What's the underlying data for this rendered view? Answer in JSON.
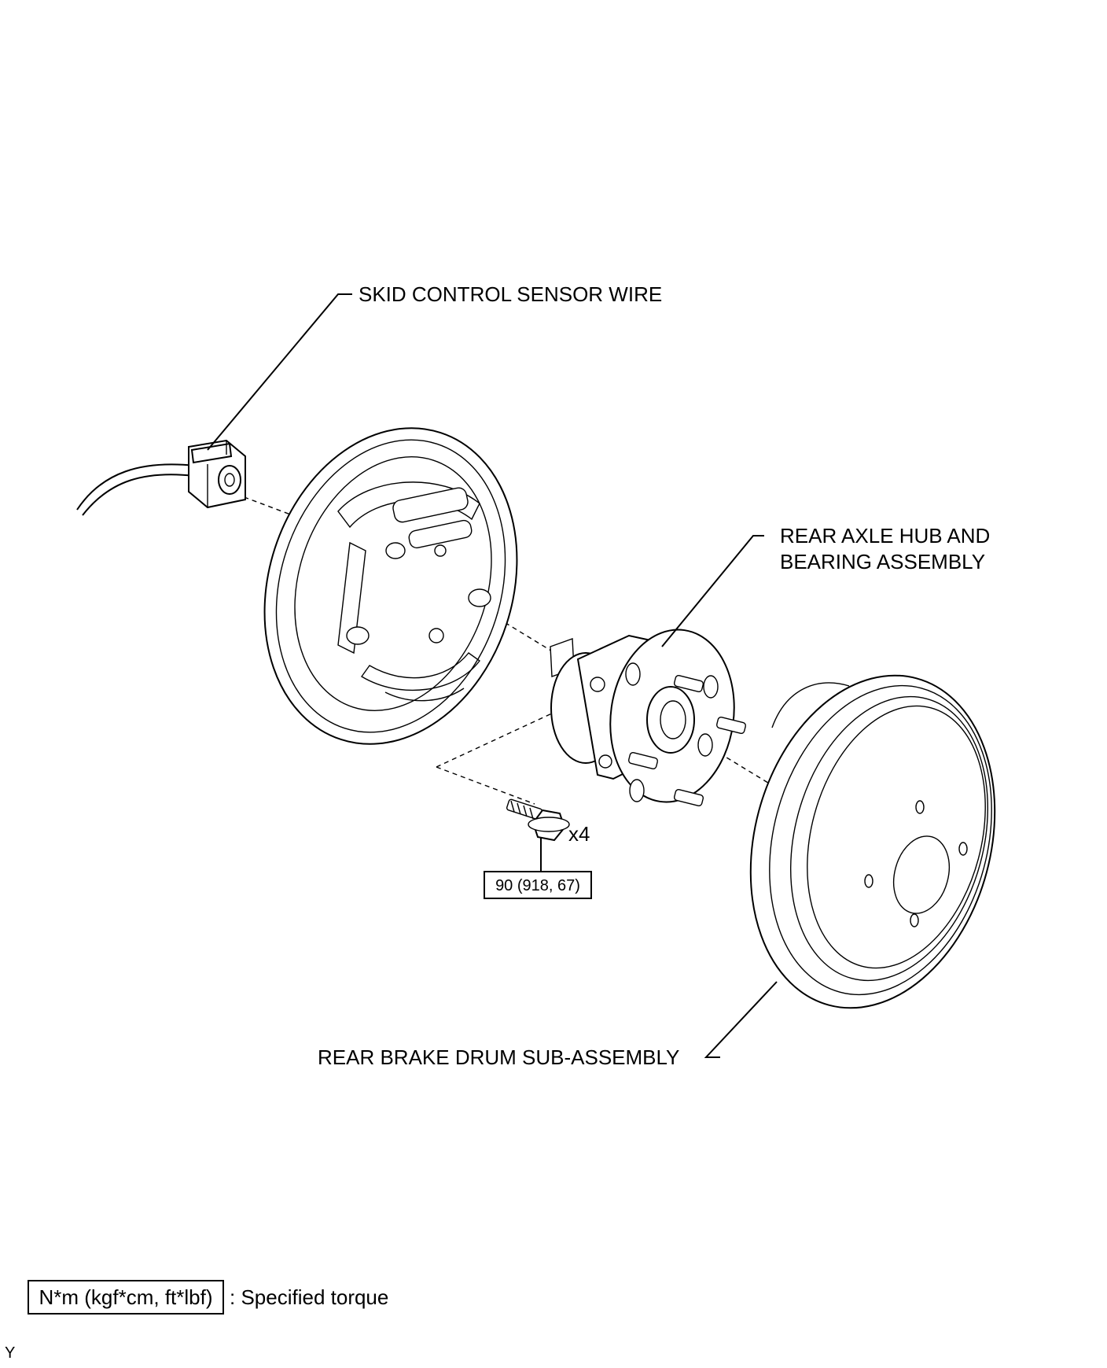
{
  "labels": {
    "sensor_wire": "SKID CONTROL SENSOR WIRE",
    "hub_line1": "REAR AXLE HUB AND",
    "hub_line2": "BEARING ASSEMBLY",
    "drum": "REAR BRAKE DRUM SUB-ASSEMBLY",
    "bolt_qty": "x4",
    "torque_value": "90 (918, 67)"
  },
  "legend": {
    "unit_box": "N*m (kgf*cm, ft*lbf)",
    "description": ": Specified torque"
  },
  "corner_mark": "Y"
}
